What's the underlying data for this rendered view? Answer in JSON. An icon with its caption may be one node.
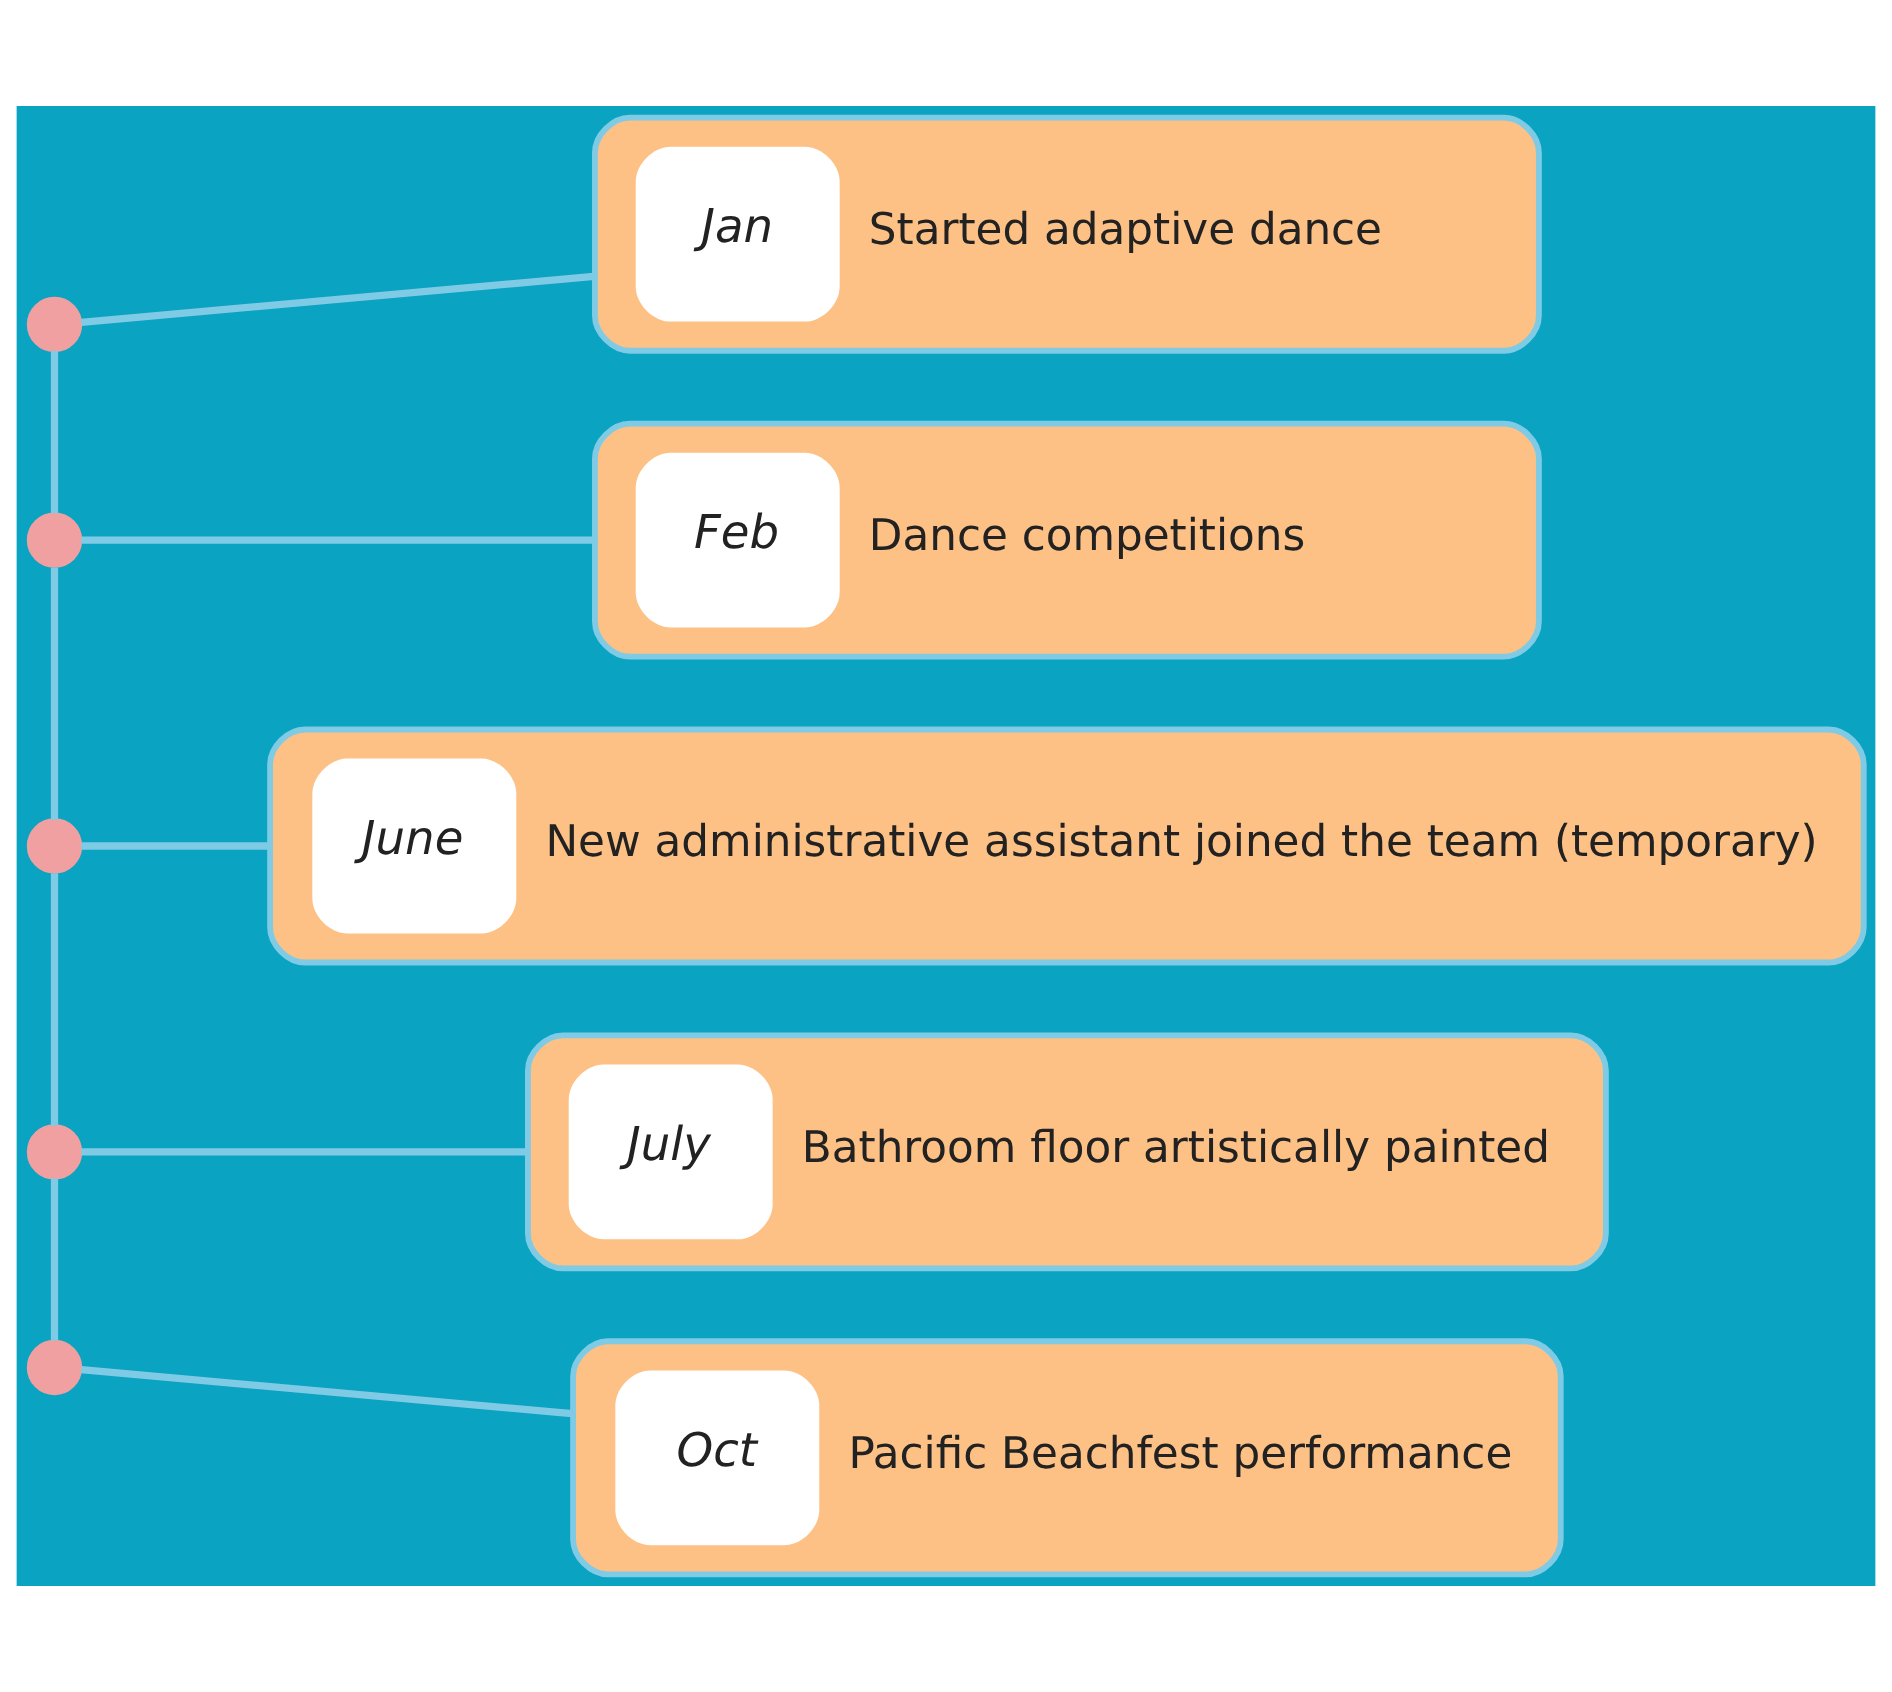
{
  "diagram": {
    "nodes": [
      {
        "text": [
          "Jan",
          "Started adaptive dance"
        ]
      },
      {
        "text": [
          "Feb",
          "Dance competitions"
        ]
      },
      {
        "text": [
          "June",
          "New administrative assistant joined the team (temporary)"
        ]
      },
      {
        "text": [
          "July",
          "Bathroom floor artistically painted"
        ]
      },
      {
        "text": [
          "Oct",
          "Pacific Beachfest performance"
        ]
      },
      {
        "text": [],
        "shape": "circle"
      },
      {
        "text": [],
        "shape": "circle"
      },
      {
        "text": [],
        "shape": "circle"
      },
      {
        "text": [],
        "shape": "circle"
      },
      {
        "text": [],
        "shape": "circle"
      }
    ],
    "edges": [
      {
        "from": 5,
        "to": 0,
        "arrow": "none"
      },
      {
        "from": 6,
        "to": 1,
        "arrow": "none"
      },
      {
        "from": 7,
        "to": 2,
        "arrow": "none"
      },
      {
        "from": 8,
        "to": 3,
        "arrow": "none"
      },
      {
        "from": 9,
        "to": 4,
        "arrow": "none"
      },
      {
        "from": 5,
        "to": 6,
        "arrow": "none"
      },
      {
        "from": 6,
        "to": 7,
        "arrow": "none"
      },
      {
        "from": 7,
        "to": 8,
        "arrow": "none"
      },
      {
        "from": 8,
        "to": 9,
        "arrow": "none"
      }
    ]
  }
}
